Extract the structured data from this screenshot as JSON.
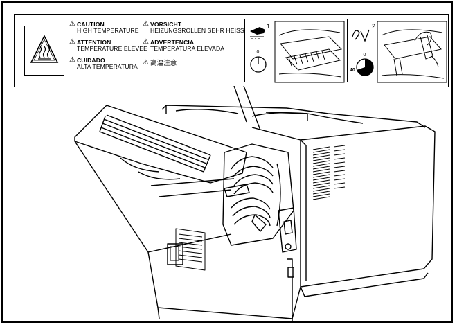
{
  "label": {
    "warnings": [
      {
        "heading": "CAUTION",
        "sub": "HIGH TEMPERATURE"
      },
      {
        "heading": "VORSICHT",
        "sub": "HEIZUNGSROLLEN SEHR HEISS"
      },
      {
        "heading": "ATTENTION",
        "sub": "TEMPERATURE ELEVEE"
      },
      {
        "heading": "ADVERTENCIA",
        "sub": "TEMPERATURA ELEVADA"
      },
      {
        "heading": "CUIDADO",
        "sub": "ALTA TEMPERATURA"
      },
      {
        "heading": "",
        "sub": "高温注意"
      }
    ],
    "steps": [
      {
        "number": "1"
      },
      {
        "number": "2",
        "timer_value": "40"
      }
    ],
    "timer_start": "0"
  }
}
